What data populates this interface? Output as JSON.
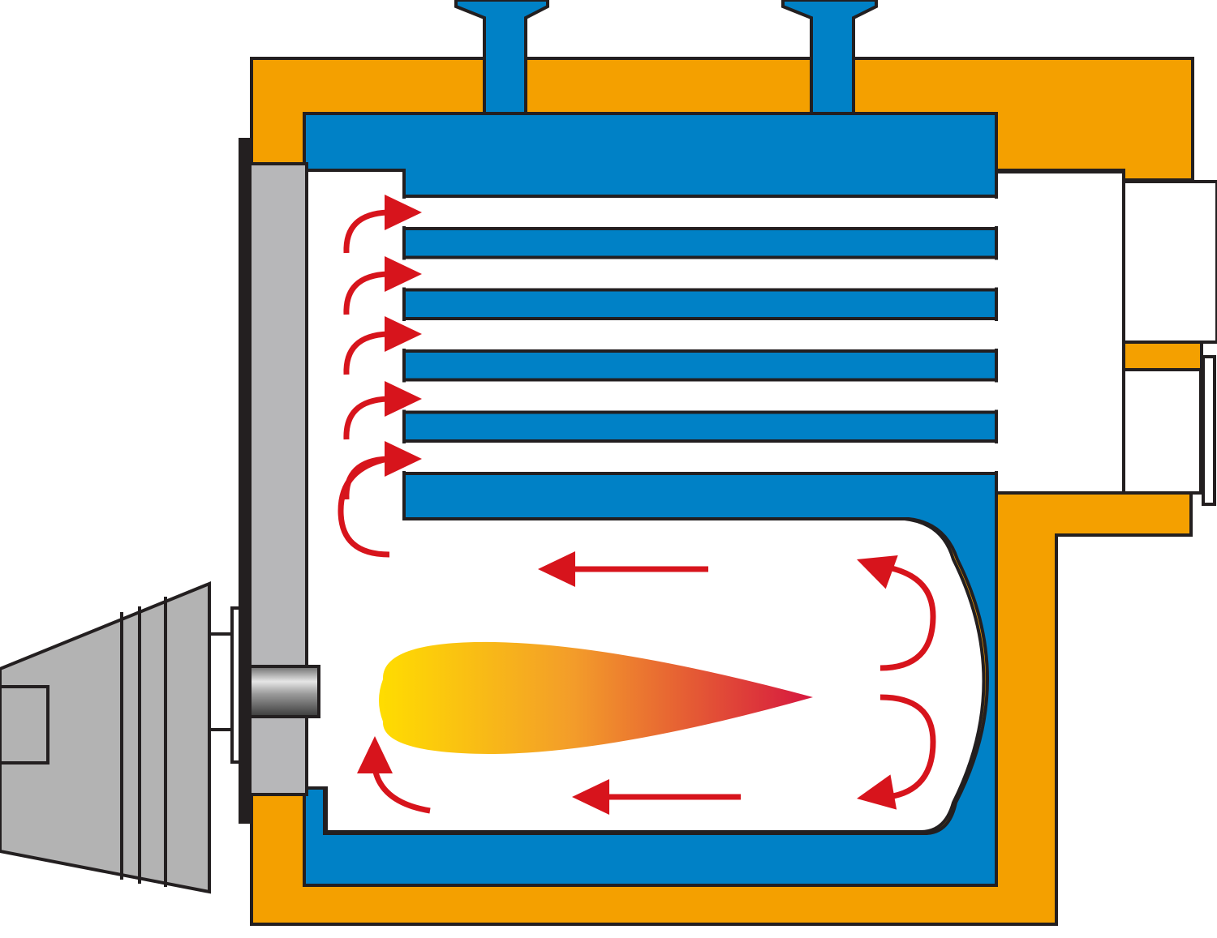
{
  "colors": {
    "insulation": "#f4a000",
    "water": "#0081c6",
    "outline": "#231f20",
    "gas_space": "#ffffff",
    "flow_arrow": "#d7141c",
    "burner": "#b3b3b3",
    "door": "#b7b7b9",
    "flame_root": "#ffdd00",
    "flame_mid": "#f39c2a",
    "flame_tip": "#d6173f"
  },
  "icons": {
    "burner": "burner-icon",
    "flame": "flame-icon",
    "arrow": "flow-arrow-icon"
  },
  "components": [
    "insulation-jacket",
    "water-jacket",
    "furnace",
    "fire-tubes",
    "front-door",
    "burner",
    "flame",
    "flue-outlet",
    "water-nozzles",
    "flue-gas-flow-arrows"
  ],
  "fire_tube_count": 5
}
